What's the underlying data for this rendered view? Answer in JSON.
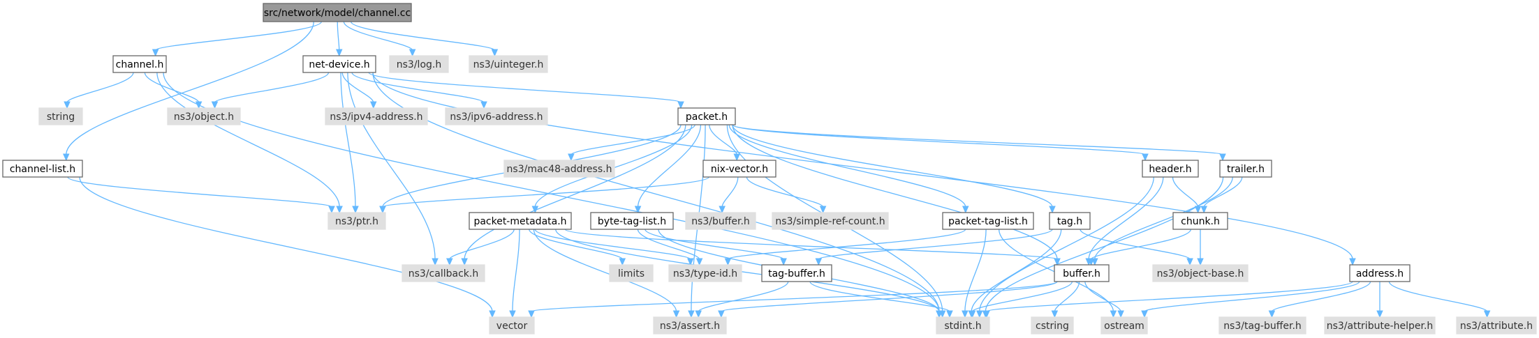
{
  "graph": {
    "root": "src/network/model/channel.cc",
    "nodes": [
      {
        "id": "channel_cc",
        "label": "src/network/model/channel.cc",
        "kind": "root"
      },
      {
        "id": "channel_h",
        "label": "channel.h",
        "kind": "project"
      },
      {
        "id": "net_device_h",
        "label": "net-device.h",
        "kind": "project"
      },
      {
        "id": "ns3_log_h",
        "label": "ns3/log.h",
        "kind": "external"
      },
      {
        "id": "ns3_uinteger_h",
        "label": "ns3/uinteger.h",
        "kind": "external"
      },
      {
        "id": "string",
        "label": "string",
        "kind": "external"
      },
      {
        "id": "ns3_object_h",
        "label": "ns3/object.h",
        "kind": "external"
      },
      {
        "id": "ns3_ipv4_address_h",
        "label": "ns3/ipv4-address.h",
        "kind": "external"
      },
      {
        "id": "ns3_ipv6_address_h",
        "label": "ns3/ipv6-address.h",
        "kind": "external"
      },
      {
        "id": "packet_h",
        "label": "packet.h",
        "kind": "project"
      },
      {
        "id": "channel_list_h",
        "label": "channel-list.h",
        "kind": "project"
      },
      {
        "id": "ns3_mac48_address_h",
        "label": "ns3/mac48-address.h",
        "kind": "external"
      },
      {
        "id": "nix_vector_h",
        "label": "nix-vector.h",
        "kind": "project"
      },
      {
        "id": "header_h",
        "label": "header.h",
        "kind": "project"
      },
      {
        "id": "trailer_h",
        "label": "trailer.h",
        "kind": "project"
      },
      {
        "id": "ns3_ptr_h",
        "label": "ns3/ptr.h",
        "kind": "external"
      },
      {
        "id": "ns3_buffer_h",
        "label": "ns3/buffer.h",
        "kind": "external"
      },
      {
        "id": "ns3_simple_ref_count_h",
        "label": "ns3/simple-ref-count.h",
        "kind": "external"
      },
      {
        "id": "packet_metadata_h",
        "label": "packet-metadata.h",
        "kind": "project"
      },
      {
        "id": "byte_tag_list_h",
        "label": "byte-tag-list.h",
        "kind": "project"
      },
      {
        "id": "packet_tag_list_h",
        "label": "packet-tag-list.h",
        "kind": "project"
      },
      {
        "id": "tag_h",
        "label": "tag.h",
        "kind": "project"
      },
      {
        "id": "chunk_h",
        "label": "chunk.h",
        "kind": "project"
      },
      {
        "id": "address_h",
        "label": "address.h",
        "kind": "project"
      },
      {
        "id": "ns3_callback_h",
        "label": "ns3/callback.h",
        "kind": "external"
      },
      {
        "id": "limits",
        "label": "limits",
        "kind": "external"
      },
      {
        "id": "ns3_type_id_h",
        "label": "ns3/type-id.h",
        "kind": "external"
      },
      {
        "id": "tag_buffer_h",
        "label": "tag-buffer.h",
        "kind": "project"
      },
      {
        "id": "buffer_h",
        "label": "buffer.h",
        "kind": "project"
      },
      {
        "id": "ns3_object_base_h",
        "label": "ns3/object-base.h",
        "kind": "external"
      },
      {
        "id": "vector",
        "label": "vector",
        "kind": "external"
      },
      {
        "id": "ns3_assert_h",
        "label": "ns3/assert.h",
        "kind": "external"
      },
      {
        "id": "stdint_h",
        "label": "stdint.h",
        "kind": "external"
      },
      {
        "id": "cstring",
        "label": "cstring",
        "kind": "external"
      },
      {
        "id": "ostream",
        "label": "ostream",
        "kind": "external"
      },
      {
        "id": "ns3_tag_buffer_h",
        "label": "ns3/tag-buffer.h",
        "kind": "external"
      },
      {
        "id": "ns3_attribute_helper_h",
        "label": "ns3/attribute-helper.h",
        "kind": "external"
      },
      {
        "id": "ns3_attribute_h",
        "label": "ns3/attribute.h",
        "kind": "external"
      }
    ],
    "edges": [
      [
        "channel_cc",
        "channel_h"
      ],
      [
        "channel_cc",
        "net_device_h"
      ],
      [
        "channel_cc",
        "ns3_log_h"
      ],
      [
        "channel_cc",
        "ns3_uinteger_h"
      ],
      [
        "channel_cc",
        "channel_list_h"
      ],
      [
        "channel_h",
        "string"
      ],
      [
        "channel_h",
        "ns3_object_h"
      ],
      [
        "channel_h",
        "ns3_ptr_h"
      ],
      [
        "channel_h",
        "stdint_h"
      ],
      [
        "net_device_h",
        "ns3_object_h"
      ],
      [
        "net_device_h",
        "ns3_ipv4_address_h"
      ],
      [
        "net_device_h",
        "ns3_ipv6_address_h"
      ],
      [
        "net_device_h",
        "packet_h"
      ],
      [
        "net_device_h",
        "ns3_ptr_h"
      ],
      [
        "net_device_h",
        "ns3_callback_h"
      ],
      [
        "net_device_h",
        "stdint_h"
      ],
      [
        "net_device_h",
        "address_h"
      ],
      [
        "channel_list_h",
        "ns3_ptr_h"
      ],
      [
        "channel_list_h",
        "vector"
      ],
      [
        "packet_h",
        "ns3_mac48_address_h"
      ],
      [
        "packet_h",
        "nix_vector_h"
      ],
      [
        "packet_h",
        "header_h"
      ],
      [
        "packet_h",
        "trailer_h"
      ],
      [
        "packet_h",
        "ns3_ptr_h"
      ],
      [
        "packet_h",
        "packet_metadata_h"
      ],
      [
        "packet_h",
        "byte_tag_list_h"
      ],
      [
        "packet_h",
        "packet_tag_list_h"
      ],
      [
        "packet_h",
        "tag_h"
      ],
      [
        "packet_h",
        "buffer_h"
      ],
      [
        "packet_h",
        "ns3_callback_h"
      ],
      [
        "packet_h",
        "ns3_assert_h"
      ],
      [
        "packet_h",
        "stdint_h"
      ],
      [
        "nix_vector_h",
        "ns3_ptr_h"
      ],
      [
        "nix_vector_h",
        "ns3_buffer_h"
      ],
      [
        "nix_vector_h",
        "ns3_simple_ref_count_h"
      ],
      [
        "header_h",
        "chunk_h"
      ],
      [
        "header_h",
        "buffer_h"
      ],
      [
        "header_h",
        "stdint_h"
      ],
      [
        "trailer_h",
        "chunk_h"
      ],
      [
        "trailer_h",
        "buffer_h"
      ],
      [
        "trailer_h",
        "stdint_h"
      ],
      [
        "packet_metadata_h",
        "ns3_callback_h"
      ],
      [
        "packet_metadata_h",
        "limits"
      ],
      [
        "packet_metadata_h",
        "ns3_type_id_h"
      ],
      [
        "packet_metadata_h",
        "buffer_h"
      ],
      [
        "packet_metadata_h",
        "vector"
      ],
      [
        "packet_metadata_h",
        "ns3_assert_h"
      ],
      [
        "packet_metadata_h",
        "stdint_h"
      ],
      [
        "byte_tag_list_h",
        "ns3_type_id_h"
      ],
      [
        "byte_tag_list_h",
        "tag_buffer_h"
      ],
      [
        "byte_tag_list_h",
        "stdint_h"
      ],
      [
        "packet_tag_list_h",
        "ns3_type_id_h"
      ],
      [
        "packet_tag_list_h",
        "stdint_h"
      ],
      [
        "packet_tag_list_h",
        "ostream"
      ],
      [
        "tag_h",
        "tag_buffer_h"
      ],
      [
        "tag_h",
        "ns3_object_base_h"
      ],
      [
        "tag_h",
        "stdint_h"
      ],
      [
        "chunk_h",
        "buffer_h"
      ],
      [
        "chunk_h",
        "ns3_object_base_h"
      ],
      [
        "tag_buffer_h",
        "ns3_assert_h"
      ],
      [
        "tag_buffer_h",
        "stdint_h"
      ],
      [
        "buffer_h",
        "vector"
      ],
      [
        "buffer_h",
        "ns3_assert_h"
      ],
      [
        "buffer_h",
        "stdint_h"
      ],
      [
        "buffer_h",
        "cstring"
      ],
      [
        "buffer_h",
        "ostream"
      ],
      [
        "address_h",
        "stdint_h"
      ],
      [
        "address_h",
        "ostream"
      ],
      [
        "address_h",
        "ns3_tag_buffer_h"
      ],
      [
        "address_h",
        "ns3_attribute_helper_h"
      ],
      [
        "address_h",
        "ns3_attribute_h"
      ]
    ]
  },
  "colors": {
    "root_fill": "#999999",
    "node_border": "#666666",
    "external_fill": "#e0e0e0",
    "edge": "#63b8ff"
  }
}
